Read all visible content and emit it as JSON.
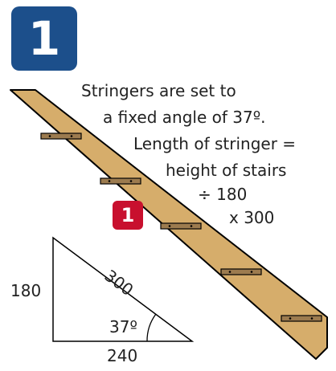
{
  "step_number": "1",
  "marker_number": "1",
  "caption": {
    "line1": "Stringers are set to",
    "line2": "a fixed angle of 37º.",
    "line3": "Length of stringer =",
    "line4": "height of stairs",
    "line5": "÷ 180",
    "line6": "x 300"
  },
  "triangle": {
    "height_label": "180",
    "base_label": "240",
    "hypotenuse_label": "300",
    "angle_label": "37º"
  },
  "colors": {
    "step_badge": "#1c4f8b",
    "marker_badge": "#c8102e",
    "stringer_wood": "#d6ad6b",
    "tread_bracket": "#9c7b4f",
    "outline": "#000000"
  }
}
